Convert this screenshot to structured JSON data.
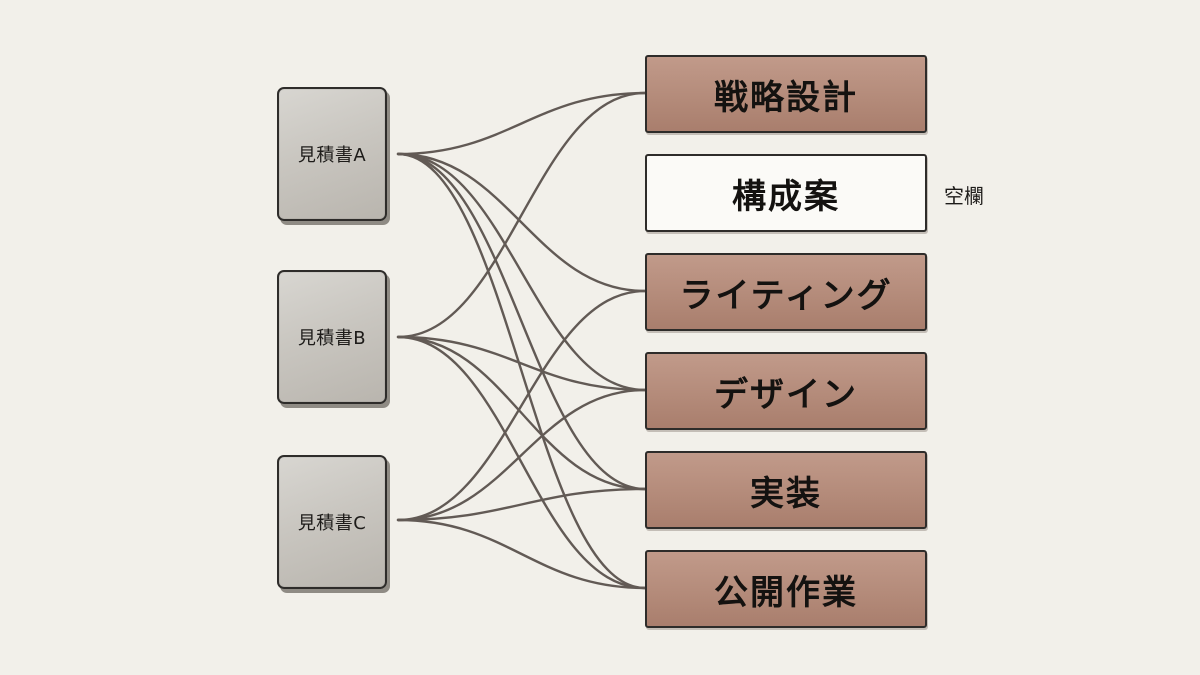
{
  "sources": [
    {
      "id": "A",
      "label": "見積書A"
    },
    {
      "id": "B",
      "label": "見積書B"
    },
    {
      "id": "C",
      "label": "見積書C"
    }
  ],
  "targets": [
    {
      "id": "strategy",
      "label": "戦略設計",
      "filled": true
    },
    {
      "id": "structure",
      "label": "構成案",
      "filled": false
    },
    {
      "id": "writing",
      "label": "ライティング",
      "filled": true
    },
    {
      "id": "design",
      "label": "デザイン",
      "filled": true
    },
    {
      "id": "implementation",
      "label": "実装",
      "filled": true
    },
    {
      "id": "publish",
      "label": "公開作業",
      "filled": true
    }
  ],
  "empty_note": "空欄",
  "connections": [
    [
      "A",
      "strategy"
    ],
    [
      "A",
      "writing"
    ],
    [
      "A",
      "design"
    ],
    [
      "A",
      "implementation"
    ],
    [
      "A",
      "publish"
    ],
    [
      "B",
      "strategy"
    ],
    [
      "B",
      "design"
    ],
    [
      "B",
      "implementation"
    ],
    [
      "B",
      "publish"
    ],
    [
      "C",
      "writing"
    ],
    [
      "C",
      "design"
    ],
    [
      "C",
      "implementation"
    ],
    [
      "C",
      "publish"
    ]
  ],
  "colors": {
    "background": "#f2f0ea",
    "source_fill": "#c9c6c0",
    "target_fill": "#b48b7a",
    "empty_fill": "#fbfaf7",
    "line": "#625a55",
    "outline": "#2e2c2a"
  }
}
